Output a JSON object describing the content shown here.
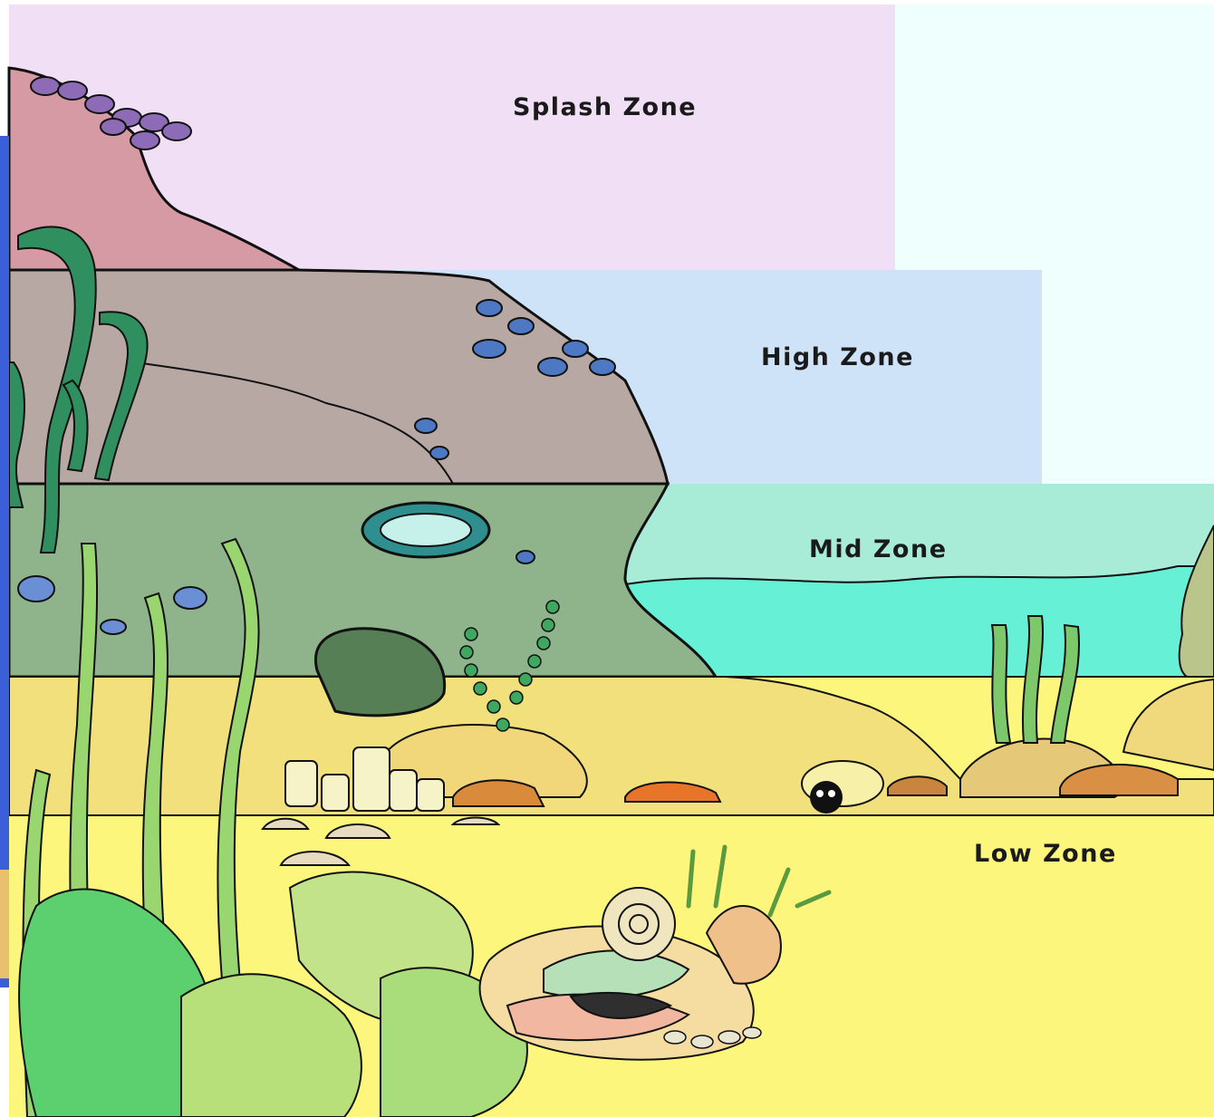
{
  "zones": {
    "splash": {
      "label": "Splash Zone",
      "color": "#f1dff6"
    },
    "high": {
      "label": "High Zone",
      "color": "#cfe3f8"
    },
    "mid": {
      "label": "Mid Zone",
      "color": "#a8ecd8"
    },
    "low": {
      "label": "Low Zone",
      "color": "#fdf67c"
    }
  },
  "colors": {
    "sky": "#eefffe",
    "rock_splash": "#d59aa4",
    "rock_high": "#b8a8a4",
    "rock_mid": "#8fb48c",
    "water": "#66f0d6",
    "sand": "#f1e07c",
    "seaweed": "#7cd26a",
    "kelp": "#2f8f5f",
    "outline": "#111111"
  }
}
